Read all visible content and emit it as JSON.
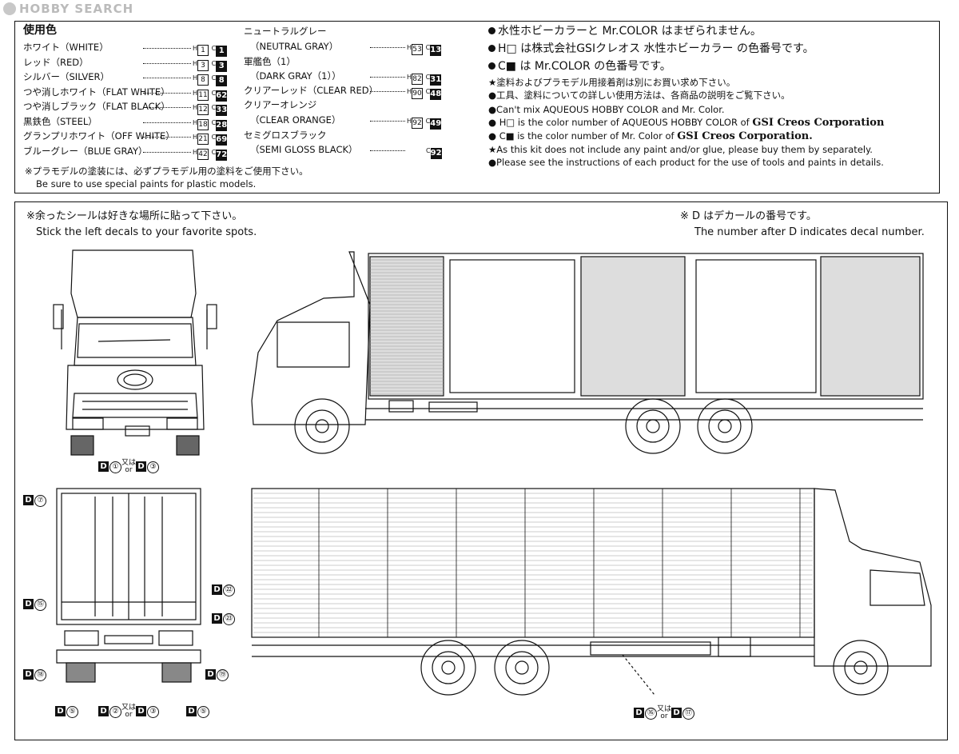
{
  "watermark": "HOBBY SEARCH",
  "paint": {
    "title": "使用色",
    "left_list": [
      {
        "name": "ホワイト（WHITE）",
        "h": "1",
        "c": "1"
      },
      {
        "name": "レッド（RED）",
        "h": "3",
        "c": "3"
      },
      {
        "name": "シルバー（SILVER）",
        "h": "8",
        "c": "8"
      },
      {
        "name": "つや消しホワイト（FLAT WHITE）",
        "h": "11",
        "c": "62"
      },
      {
        "name": "つや消しブラック（FLAT BLACK）",
        "h": "12",
        "c": "33"
      },
      {
        "name": "黒鉄色（STEEL）",
        "h": "18",
        "c": "28"
      },
      {
        "name": "グランプリホワイト（OFF WHITE）",
        "h": "21",
        "c": "69"
      },
      {
        "name": "ブルーグレー（BLUE GRAY）",
        "h": "42",
        "c": "72"
      }
    ],
    "right_list": [
      {
        "name": "ニュートラルグレー",
        "sub": "（NEUTRAL GRAY）",
        "h": "53",
        "c": "13"
      },
      {
        "name": "軍艦色（1）",
        "sub": "（DARK GRAY（1））",
        "h": "82",
        "c": "31"
      },
      {
        "name": "クリアーレッド（CLEAR RED）",
        "sub": "",
        "h": "90",
        "c": "48"
      },
      {
        "name": "クリアーオレンジ",
        "sub": "（CLEAR ORANGE）",
        "h": "92",
        "c": "49"
      },
      {
        "name": "セミグロスブラック",
        "sub": "（SEMI GLOSS BLACK）",
        "h": "",
        "c": "92"
      }
    ],
    "h_prefix": "H",
    "c_prefix": "C",
    "note_jp": "※プラモデルの塗装には、必ずプラモデル用の塗料をご使用下さい。",
    "note_en": "Be sure to use special paints for plastic models.",
    "info_jp": [
      "水性ホビーカラーと Mr.COLOR はまぜられません。",
      "H□ は株式会社GSIクレオス 水性ホビーカラー の色番号です。",
      "C■ は Mr.COLOR の色番号です。"
    ],
    "star_jp_1": "★塗料およびプラモデル用接着剤は別にお買い求め下さい。",
    "star_jp_2": "●工具、塗料についての詳しい使用方法は、各商品の説明をご覧下さい。",
    "en_1": "●Can't mix AQUEOUS HOBBY COLOR and Mr. Color.",
    "en_2a": "● H□  is the color number of AQUEOUS HOBBY COLOR of ",
    "en_2b": "GSI Creos Corporation",
    "en_3a": "● C■  is the color number of Mr. Color of ",
    "en_3b": "GSI Creos Corporation.",
    "en_4": "★As this kit does not include any paint and/or glue, please buy them by separately.",
    "en_5": "●Please see the instructions of each product for the use of tools and paints in details."
  },
  "decal": {
    "note_left_jp": "※余ったシールは好きな場所に貼って下さい。",
    "note_left_en": "Stick the left decals to your favorite spots.",
    "note_right_jp": "※ D はデカールの番号です。",
    "note_right_en": "The number after D indicates decal number.",
    "d_letter": "D",
    "or_jp": "又は",
    "or_en": "or",
    "labels": {
      "front": [
        "①",
        "③"
      ],
      "rear_top": "⑦",
      "rear_left": "⑮",
      "rear_right_1": "㉒",
      "rear_right_2": "㉓",
      "rear_bumper_left": "⑱",
      "rear_bumper_right": "⑲",
      "rear_bottom_left": "⑤",
      "rear_bottom_mid": [
        "②",
        "③"
      ],
      "rear_bottom_right": "⑤",
      "side_bottom": [
        "⑯",
        "⑰"
      ]
    }
  }
}
